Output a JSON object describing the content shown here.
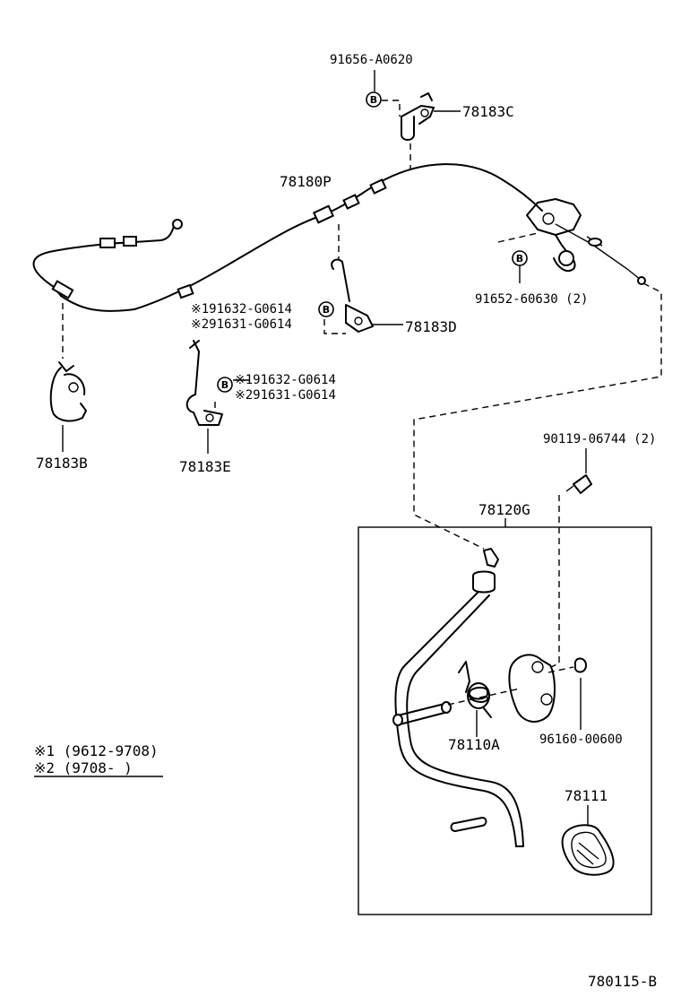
{
  "labels": {
    "p91656": "91656-A0620",
    "p78183C": "78183C",
    "p78180P": "78180P",
    "p91652": "91652-60630 (2)",
    "p78183D": "78183D",
    "p191632_a": "※191632-G0614",
    "p291631_a": "※291631-G0614",
    "p191632_b": "※191632-G0614",
    "p291631_b": "※291631-G0614",
    "p78183B": "78183B",
    "p78183E": "78183E",
    "p90119": "90119-06744 (2)",
    "p78120G": "78120G",
    "p78110A": "78110A",
    "p96160": "96160-00600",
    "p78111": "78111",
    "note1": "※1 (9612-9708)",
    "note2": "※2 (9708-       )",
    "diagram_id": "780115-B"
  },
  "badges": {
    "b_top": "B",
    "b_right": "B",
    "b_mid": "B",
    "b_left": "B"
  }
}
